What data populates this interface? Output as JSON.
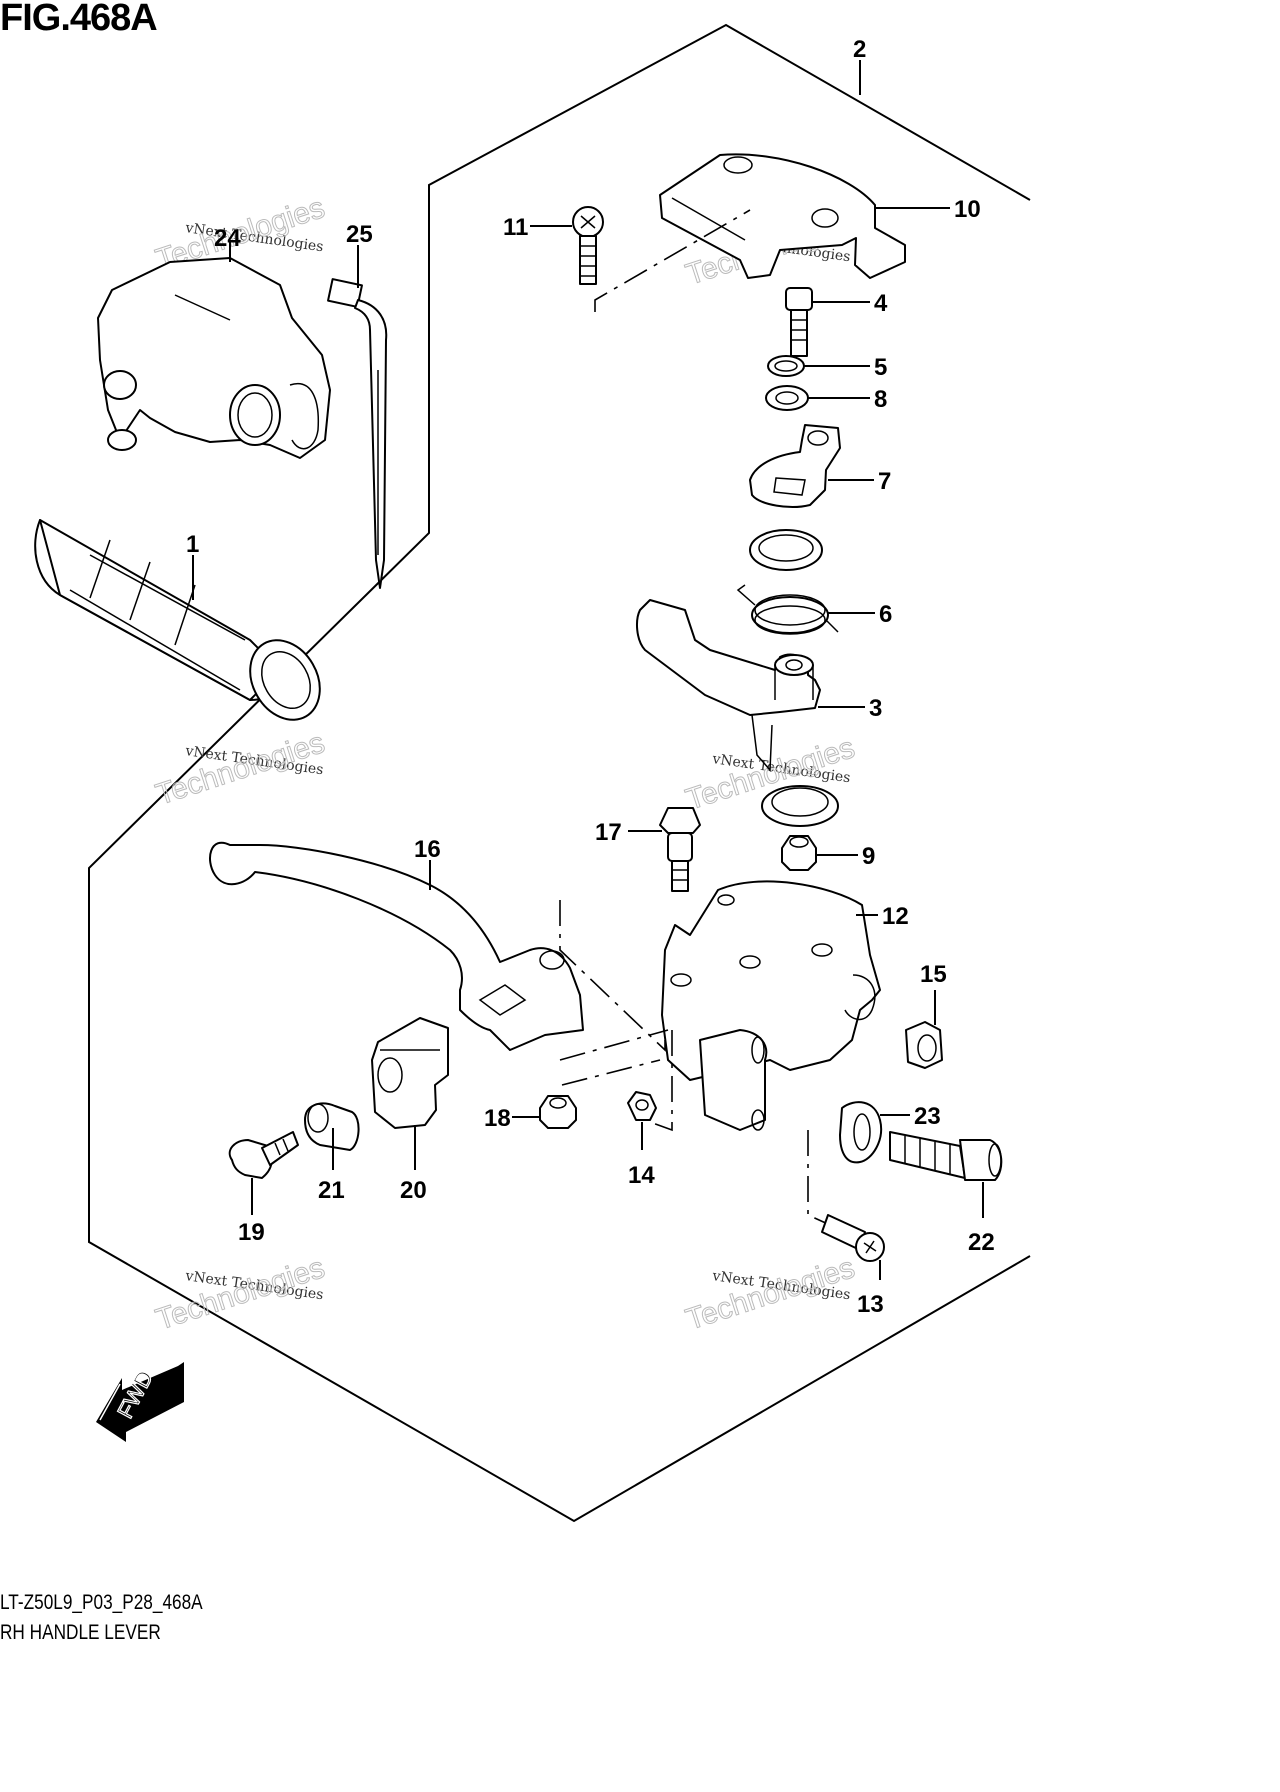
{
  "figure": {
    "title": "FIG.468A",
    "code": "LT-Z50L9_P03_P28_468A",
    "name": "RH HANDLE LEVER"
  },
  "direction_indicator": {
    "label": "FWD",
    "icon": "fwd-arrow-icon"
  },
  "watermark": {
    "line1": "vNext Technologies",
    "line2_outline": "vNext",
    "line3_outline": "Technologies"
  },
  "callouts": [
    {
      "number": "1",
      "part": "grip"
    },
    {
      "number": "2",
      "part": "lever assembly"
    },
    {
      "number": "3",
      "part": "throttle lever"
    },
    {
      "number": "4",
      "part": "bolt"
    },
    {
      "number": "5",
      "part": "washer"
    },
    {
      "number": "6",
      "part": "spring"
    },
    {
      "number": "7",
      "part": "lock plate"
    },
    {
      "number": "8",
      "part": "washer"
    },
    {
      "number": "9",
      "part": "nut"
    },
    {
      "number": "10",
      "part": "cover"
    },
    {
      "number": "11",
      "part": "screw"
    },
    {
      "number": "12",
      "part": "lever holder"
    },
    {
      "number": "13",
      "part": "screw"
    },
    {
      "number": "14",
      "part": "nut"
    },
    {
      "number": "15",
      "part": "clip"
    },
    {
      "number": "16",
      "part": "brake lever"
    },
    {
      "number": "17",
      "part": "pivot bolt"
    },
    {
      "number": "18",
      "part": "nut"
    },
    {
      "number": "19",
      "part": "bolt"
    },
    {
      "number": "20",
      "part": "holder clamp"
    },
    {
      "number": "21",
      "part": "collar"
    },
    {
      "number": "22",
      "part": "adjuster"
    },
    {
      "number": "23",
      "part": "lock nut"
    },
    {
      "number": "24",
      "part": "switch housing"
    },
    {
      "number": "25",
      "part": "cable tie"
    }
  ]
}
